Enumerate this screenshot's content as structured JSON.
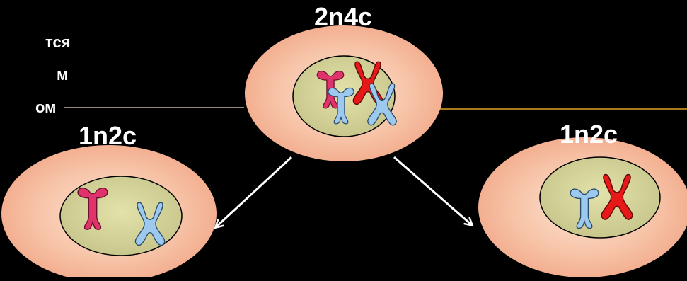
{
  "labels": {
    "parent": "2n4c",
    "left_daughter": "1n2c",
    "right_daughter": "1n2c"
  },
  "left_text_lines": [
    "тся",
    "м",
    "ом"
  ],
  "colors": {
    "background": "#000000",
    "cell_fill": "#f7bfa3",
    "nucleus_fill": "#cfcf93",
    "chromosome_pink": "#e0336b",
    "chromosome_red": "#e81818",
    "chromosome_blue": "#9ec9ef",
    "divider_left": "#c9b89a",
    "divider_right": "#e3a02b",
    "arrow": "#ffffff"
  },
  "icons": [
    "chromosome-pink-icon",
    "chromosome-red-icon",
    "chromosome-blue-icon",
    "arrow-icon"
  ]
}
